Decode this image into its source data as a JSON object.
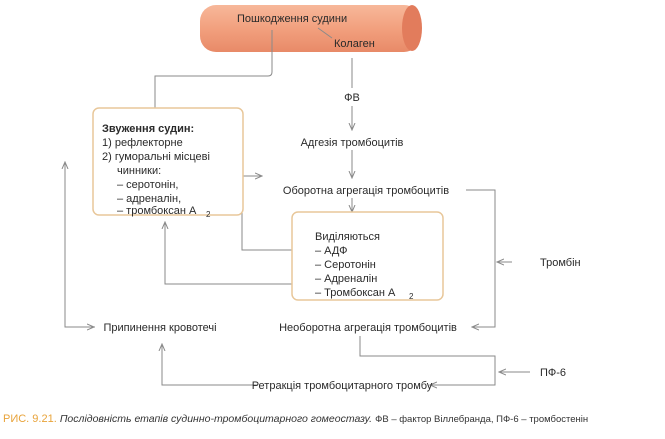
{
  "vessel": {
    "title": "Пошкодження судини",
    "collagen": "Колаген"
  },
  "fv_label": "ФВ",
  "adhesion": "Адгезія тромбоцитів",
  "reversible": "Оборотна агрегація тромбоцитів",
  "irreversible": "Необоротна агрегація тромбоцитів",
  "stop": "Припинення кровотечі",
  "retraction": "Ретракція тромбоцитарного тромбу",
  "thrombin": "Тромбін",
  "pf6": "ПФ-6",
  "constriction_box": {
    "title": "Звуження судин:",
    "lines": [
      "1) рефлекторне",
      "2) гуморальні місцеві",
      "чинники:",
      "– серотонін,",
      "– адреналін,",
      "– тромбоксан A"
    ],
    "sub": "2"
  },
  "release_box": {
    "title": "Виділяються",
    "lines": [
      "– АДФ",
      "– Серотонін",
      "– Адреналін",
      "– Тромбоксан A"
    ],
    "sub": "2"
  },
  "caption": {
    "number": "РИС. 9.21.",
    "title": "Послідовність етапів судинно-тромбоцитарного гомеостазу.",
    "note": "ФВ – фактор Віллебранда, ПФ-6 – тромбостенін"
  },
  "colors": {
    "vessel": "#f2a07e",
    "caption_number": "#e8a33a",
    "box_border": "#e8c79a"
  }
}
